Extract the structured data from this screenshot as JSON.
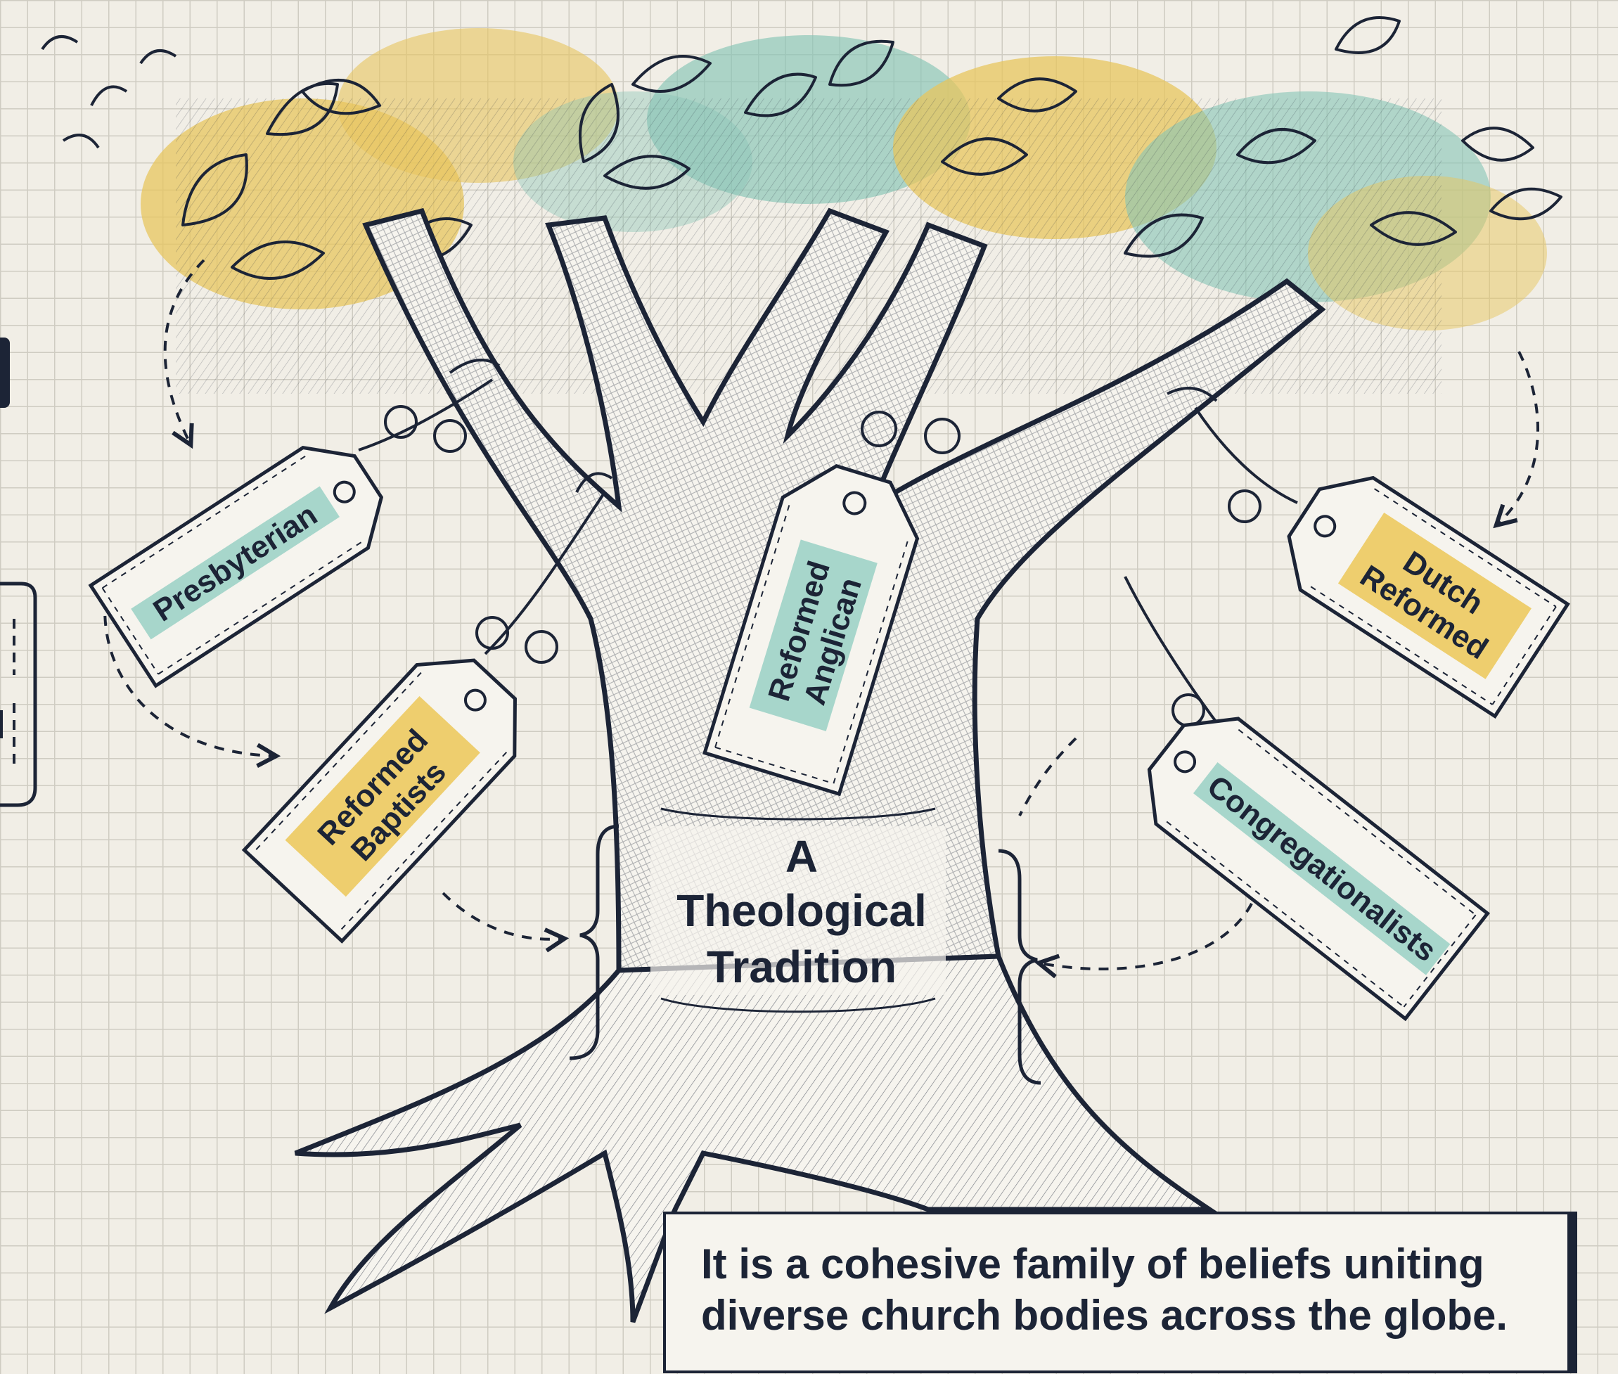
{
  "diagram": {
    "center_label": [
      "A",
      "Theological",
      "Tradition"
    ],
    "tags": {
      "presbyterian": [
        "Presbyterian"
      ],
      "reformed_baptists": [
        "Reformed",
        "Baptists"
      ],
      "reformed_anglican": [
        "Reformed",
        "Anglican"
      ],
      "dutch_reformed": [
        "Dutch",
        "Reformed"
      ],
      "congregationalists": [
        "Congregationalists"
      ]
    },
    "caption": [
      "It is a cohesive family of beliefs uniting",
      "diverse church bodies across the globe."
    ]
  },
  "colors": {
    "ink": "#1c2436",
    "paper": "#f1eee6",
    "grid": "#cfccc2",
    "highlight_yellow": "#edca5f",
    "highlight_teal": "#9fd3c7",
    "foliage_yellow": "#e7c55e",
    "foliage_teal": "#86c4b5"
  }
}
